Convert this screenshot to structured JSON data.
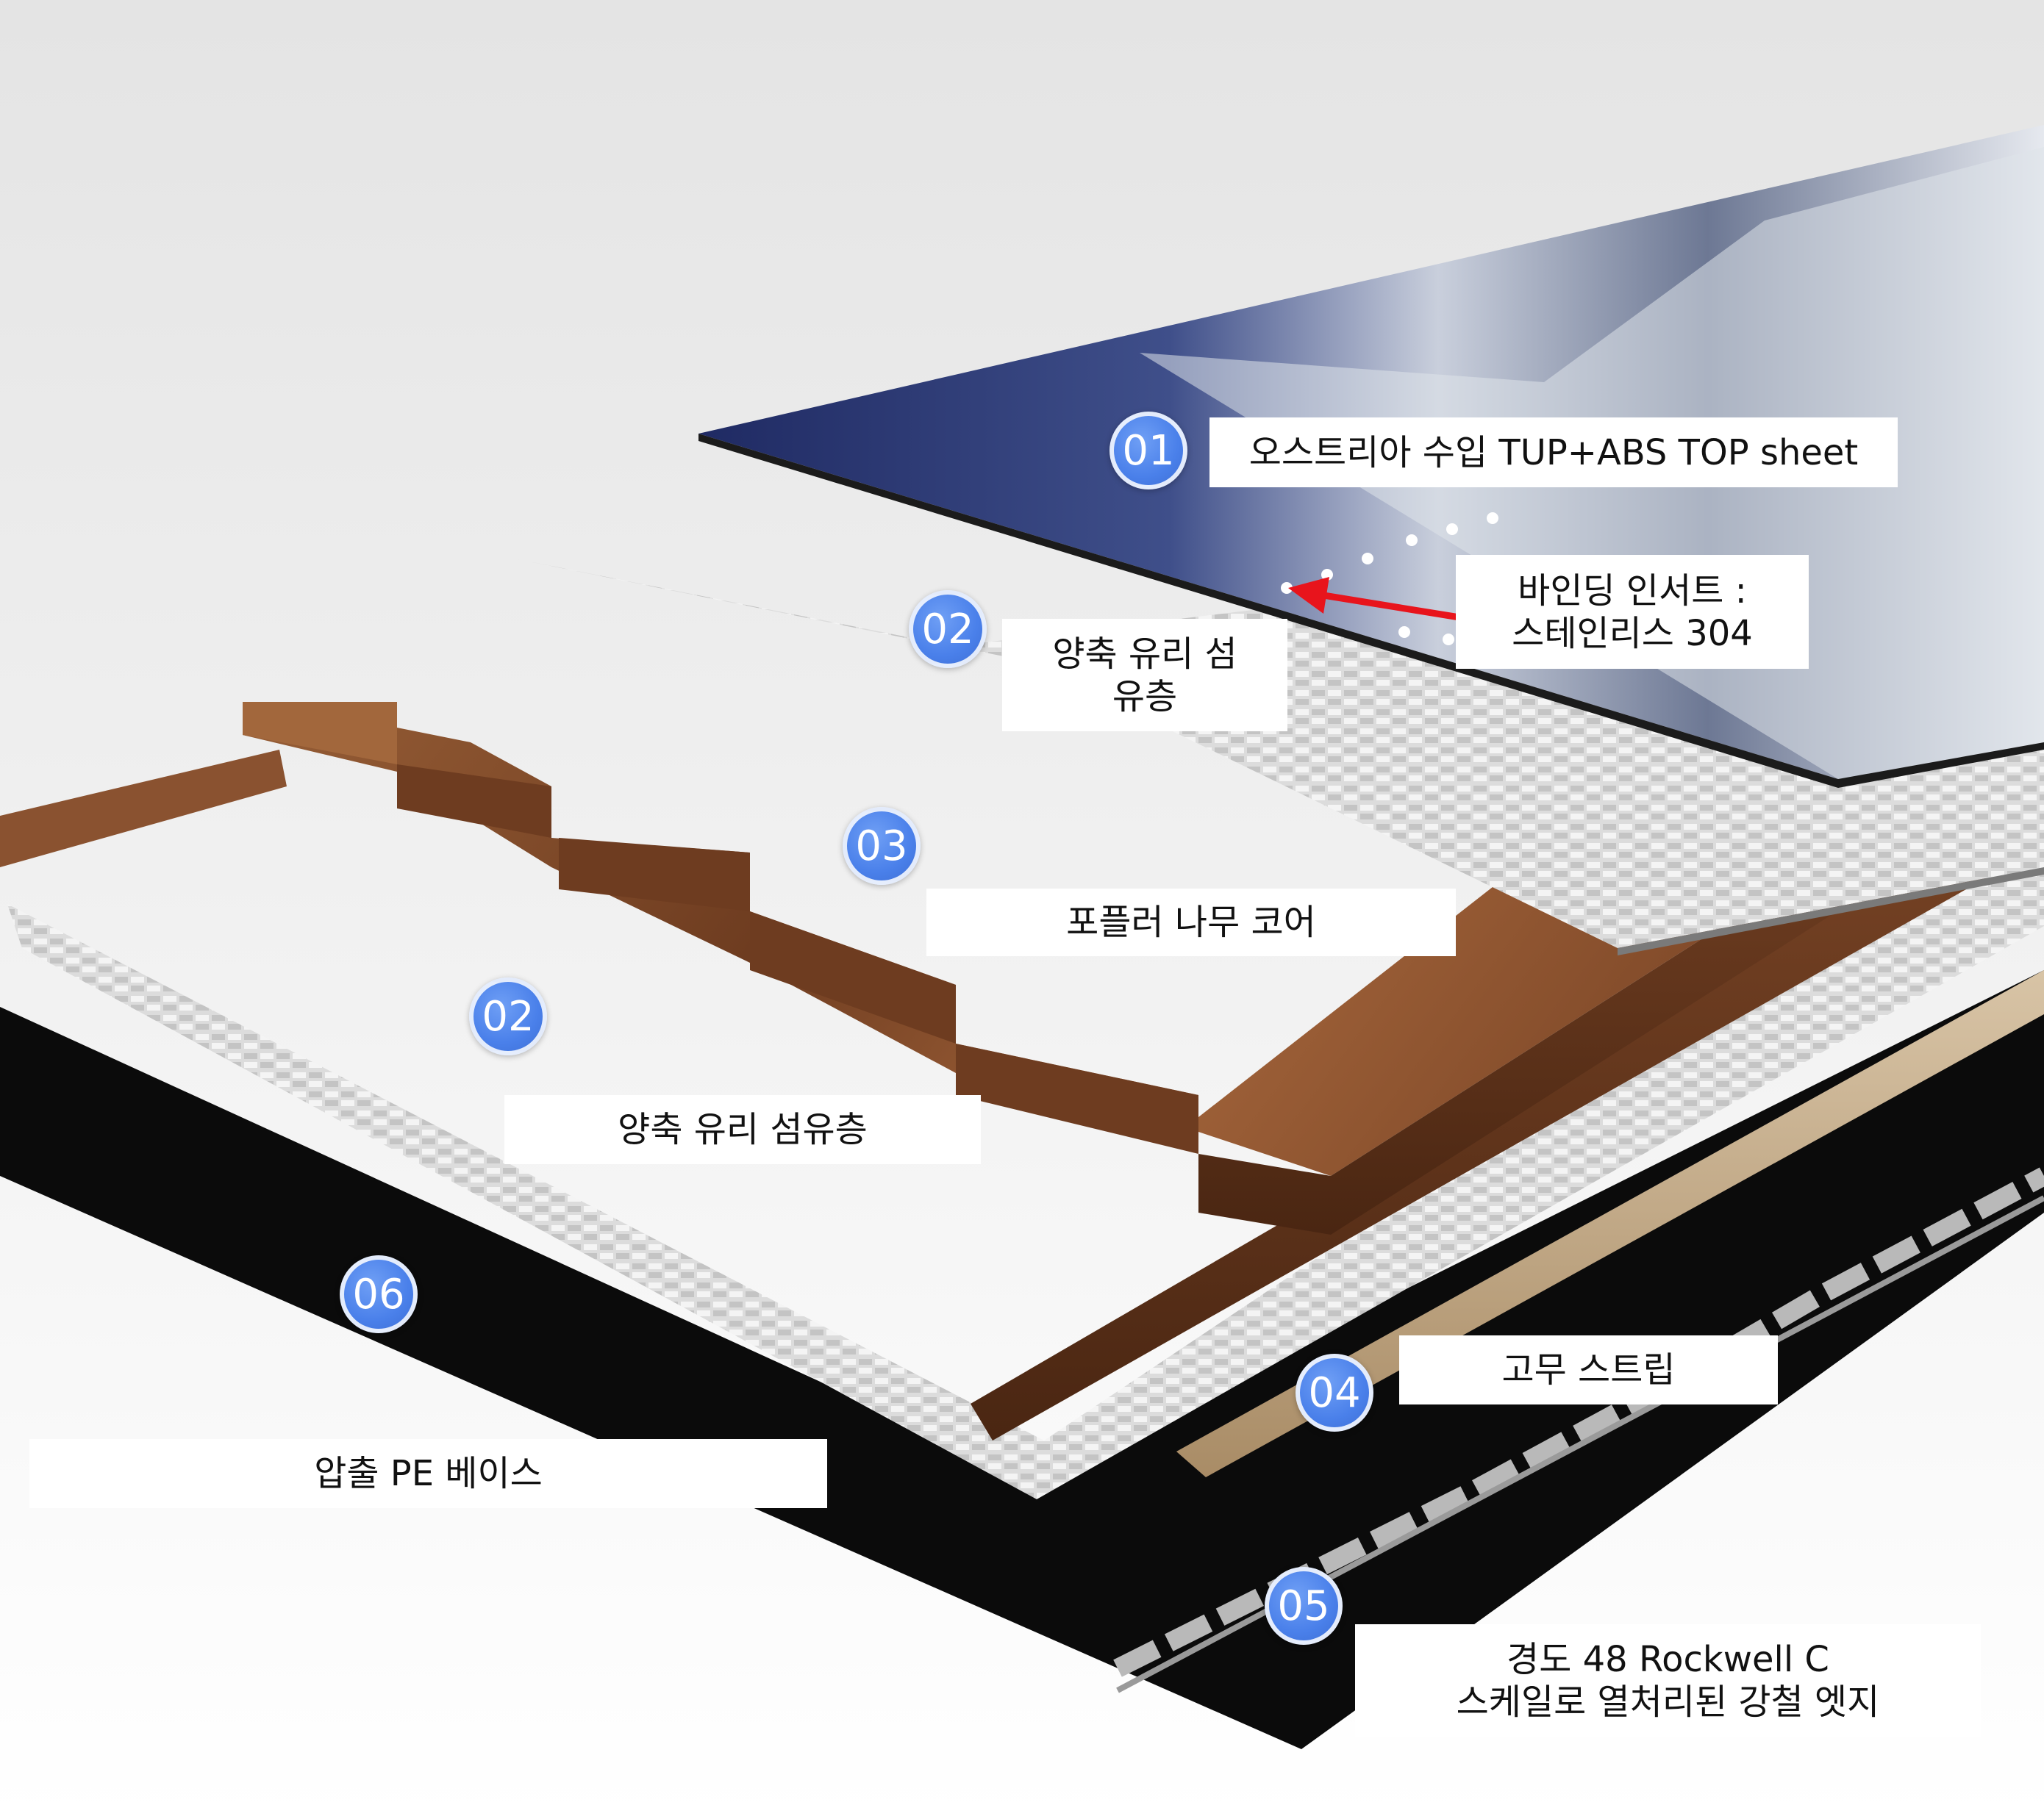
{
  "badges": {
    "b01": "01",
    "b02a": "02",
    "b03": "03",
    "b02b": "02",
    "b06": "06",
    "b04": "04",
    "b05": "05"
  },
  "labels": {
    "top_sheet": "오스트리아 수입 TUP+ABS TOP sheet",
    "binding_insert_line1": "바인딩 인서트 :",
    "binding_insert_line2": "스테인리스 304",
    "glass_fiber_upper_line1": "양축 유리 섬",
    "glass_fiber_upper_line2": "유층",
    "poplar_core": "포플러 나무 코어",
    "glass_fiber_lower": "양축 유리 섬유층",
    "rubber_strip": "고무 스트립",
    "pe_base": "압출 PE 베이스",
    "steel_edge_line1": "경도 48 Rockwell C",
    "steel_edge_line2": "스케일로 열처리된 강철 엣지"
  },
  "colors": {
    "badge": "#4a80ea",
    "arrow": "#e8141c",
    "wood": "#8a5230",
    "top_sheet": "#2c3a73",
    "base": "#0b0b0b"
  }
}
